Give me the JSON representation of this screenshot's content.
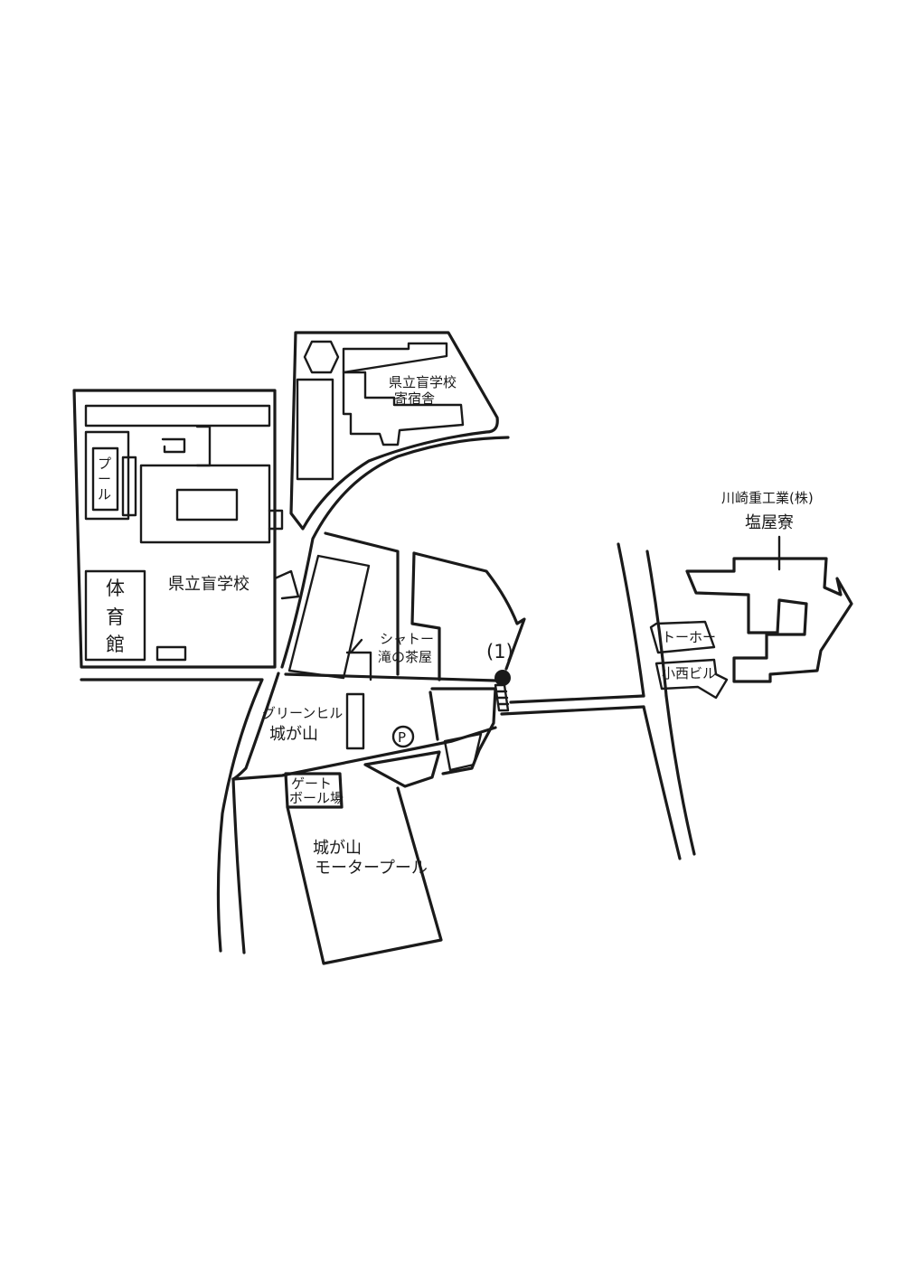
{
  "map": {
    "labels": {
      "school_dorm_line1": "県立盲学校",
      "school_dorm_line2": "寄宿舎",
      "school_main": "県立盲学校",
      "pool_c1": "プ",
      "pool_c2": "ー",
      "pool_c3": "ル",
      "gym_c1": "体",
      "gym_c2": "育",
      "gym_c3": "館",
      "chateau_line1": "シャトー",
      "chateau_line2": "滝の茶屋",
      "greenhill_line1": "グリーンヒル",
      "greenhill_line2": "城が山",
      "parking": "P",
      "gateball_line1": "ゲート",
      "gateball_line2": "ボール場",
      "motorpool_line1": "城が山",
      "motorpool_line2": "モータープール",
      "kawasaki_line1": "川崎重工業(株)",
      "kawasaki_line2": "塩屋寮",
      "toho": "トーホー",
      "konishi": "小西ビル",
      "point_marker": "(1)"
    }
  }
}
